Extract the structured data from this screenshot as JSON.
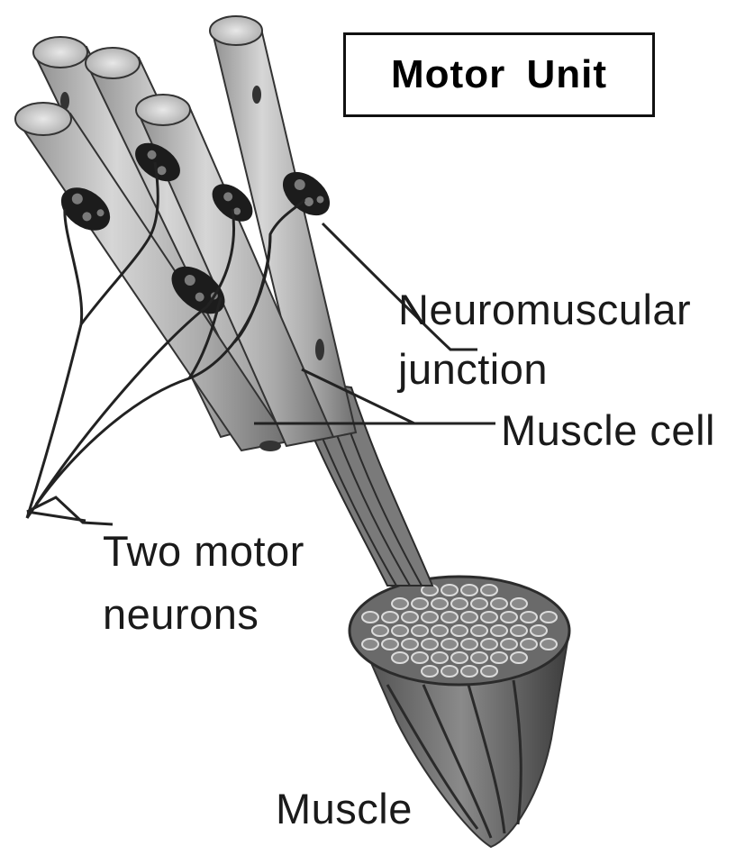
{
  "title": "Motor Unit",
  "labels": {
    "neuromuscular_junction": [
      "Neuromuscular",
      "junction"
    ],
    "muscle_cell": "Muscle cell",
    "motor_neurons": [
      "Two motor",
      "neurons"
    ],
    "muscle": "Muscle"
  },
  "colors": {
    "background": "#ffffff",
    "fiber_fill": "#c9c9c9",
    "fiber_dark": "#5a5a5a",
    "junction": "#1c1c1c",
    "line": "#222222"
  }
}
